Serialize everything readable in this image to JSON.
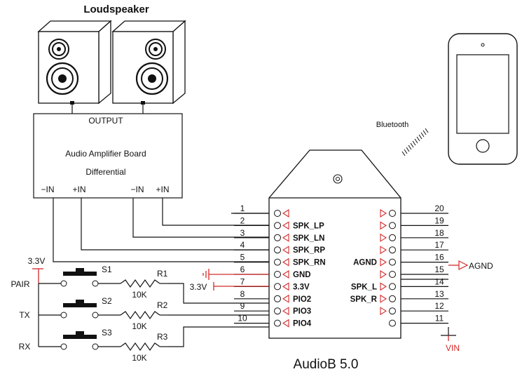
{
  "title": "Loudspeaker",
  "amplifier": {
    "output": "OUTPUT",
    "name": "Audio Amplifier Board",
    "mode": "Differential",
    "inputs": [
      "−IN",
      "+IN",
      "−IN",
      "+IN"
    ]
  },
  "bluetooth_label": "Bluetooth",
  "module_name": "AudioB 5.0",
  "left_pins": [
    {
      "num": "1",
      "label": ""
    },
    {
      "num": "2",
      "label": "SPK_LP"
    },
    {
      "num": "3",
      "label": "SPK_LN"
    },
    {
      "num": "4",
      "label": "SPK_RP"
    },
    {
      "num": "5",
      "label": "SPK_RN"
    },
    {
      "num": "6",
      "label": "GND"
    },
    {
      "num": "7",
      "label": "3.3V"
    },
    {
      "num": "8",
      "label": "PIO2"
    },
    {
      "num": "9",
      "label": "PIO3"
    },
    {
      "num": "10",
      "label": "PIO4"
    }
  ],
  "right_pins": [
    {
      "num": "20",
      "label": ""
    },
    {
      "num": "19",
      "label": ""
    },
    {
      "num": "18",
      "label": ""
    },
    {
      "num": "17",
      "label": ""
    },
    {
      "num": "16",
      "label": "AGND"
    },
    {
      "num": "15",
      "label": ""
    },
    {
      "num": "14",
      "label": "SPK_L"
    },
    {
      "num": "13",
      "label": "SPK_R"
    },
    {
      "num": "12",
      "label": ""
    },
    {
      "num": "11",
      "label": ""
    }
  ],
  "power": {
    "v33_top": "3.3V",
    "v33_pin7": "3.3V",
    "agnd_out": "AGND",
    "vin": "VIN"
  },
  "switches": [
    {
      "switch": "S1",
      "signal": "PAIR",
      "resistor": "R1",
      "value": "10K"
    },
    {
      "switch": "S2",
      "signal": "TX",
      "resistor": "R2",
      "value": "10K"
    },
    {
      "switch": "S3",
      "signal": "RX",
      "resistor": "R3",
      "value": "10K"
    }
  ],
  "colors": {
    "accent": "#d42a2a",
    "line": "#111111"
  }
}
